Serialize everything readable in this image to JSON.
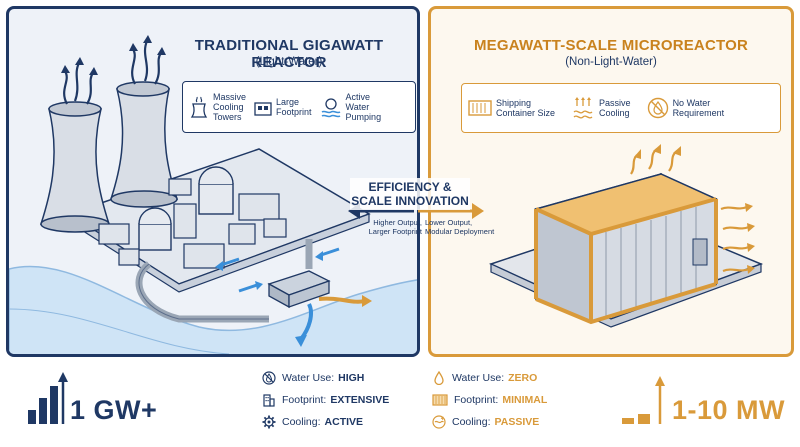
{
  "left": {
    "title": "TRADITIONAL GIGAWATT REACTOR",
    "subtitle": "(Light-Water)",
    "features": [
      {
        "icon": "cooling-tower-icon",
        "label_lines": [
          "Massive",
          "Cooling",
          "Towers"
        ]
      },
      {
        "icon": "footprint-icon",
        "label_lines": [
          "Large",
          "Footprint"
        ]
      },
      {
        "icon": "water-pump-icon",
        "label_lines": [
          "Active",
          "Water",
          "Pumping"
        ]
      }
    ]
  },
  "right": {
    "title": "MEGAWATT-SCALE MICROREACTOR",
    "subtitle": "(Non-Light-Water)",
    "features": [
      {
        "icon": "shipping-container-icon",
        "label_lines": [
          "Shipping",
          "Container Size"
        ]
      },
      {
        "icon": "passive-heat-icon",
        "label_lines": [
          "Passive",
          "Cooling"
        ]
      },
      {
        "icon": "no-water-icon",
        "label_lines": [
          "No Water",
          "Requirement"
        ]
      }
    ]
  },
  "center": {
    "headline_lines": [
      "EFFICIENCY &",
      "SCALE INNOVATION"
    ],
    "left_note_lines": [
      "Higher Output,",
      "Larger Footprint"
    ],
    "right_note_lines": [
      "Lower Output,",
      "Modular Deployment"
    ]
  },
  "bottom": {
    "left_output": "1 GW+",
    "right_output": "1-10 MW",
    "left_specs": [
      {
        "icon": "no-water-icon",
        "label": "Water Use:",
        "value": "HIGH"
      },
      {
        "icon": "building-icon",
        "label": "Footprint:",
        "value": "EXTENSIVE"
      },
      {
        "icon": "gear-icon",
        "label": "Cooling:",
        "value": "ACTIVE"
      }
    ],
    "right_specs": [
      {
        "icon": "water-drop-icon",
        "label": "Water Use:",
        "value": "ZERO"
      },
      {
        "icon": "footprint-icon",
        "label": "Footprint:",
        "value": "MINIMAL"
      },
      {
        "icon": "passive-cooling-icon",
        "label": "Cooling:",
        "value": "PASSIVE"
      }
    ]
  },
  "colors": {
    "navy": "#1f3864",
    "orange": "#d99a3a",
    "water_blue": "#3a8fd9",
    "river_blue": "#cfe4f6"
  }
}
